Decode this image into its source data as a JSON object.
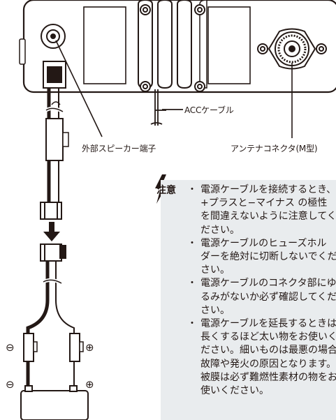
{
  "labels": {
    "acc_cable": "ACCケーブル",
    "ext_speaker": "外部スピーカー端子",
    "antenna_connector": "アンテナコネクタ(M型)"
  },
  "polarity": {
    "minus": "⊖",
    "plus": "⊕"
  },
  "caution": {
    "tag": "注意",
    "items": [
      "電源ケーブルを接続するとき、\n+プラスと−マイナス の極性\nを間違えないように注意してく\nださい。",
      "電源ケーブルのヒューズホル\nダーを絶対に切断しないでくだ\nさい。",
      "電源ケーブルのコネクタ部にゆ\nるみがないか必ず確認してくだ\nさい。",
      "電源ケーブルを延長するときは\n長くするほど太い物をお使いく\nださい。細いものは最悪の場合\n故障や発火の原因となります。\n被膜は必ず難燃性素材の物をお\n使いください。"
    ]
  }
}
